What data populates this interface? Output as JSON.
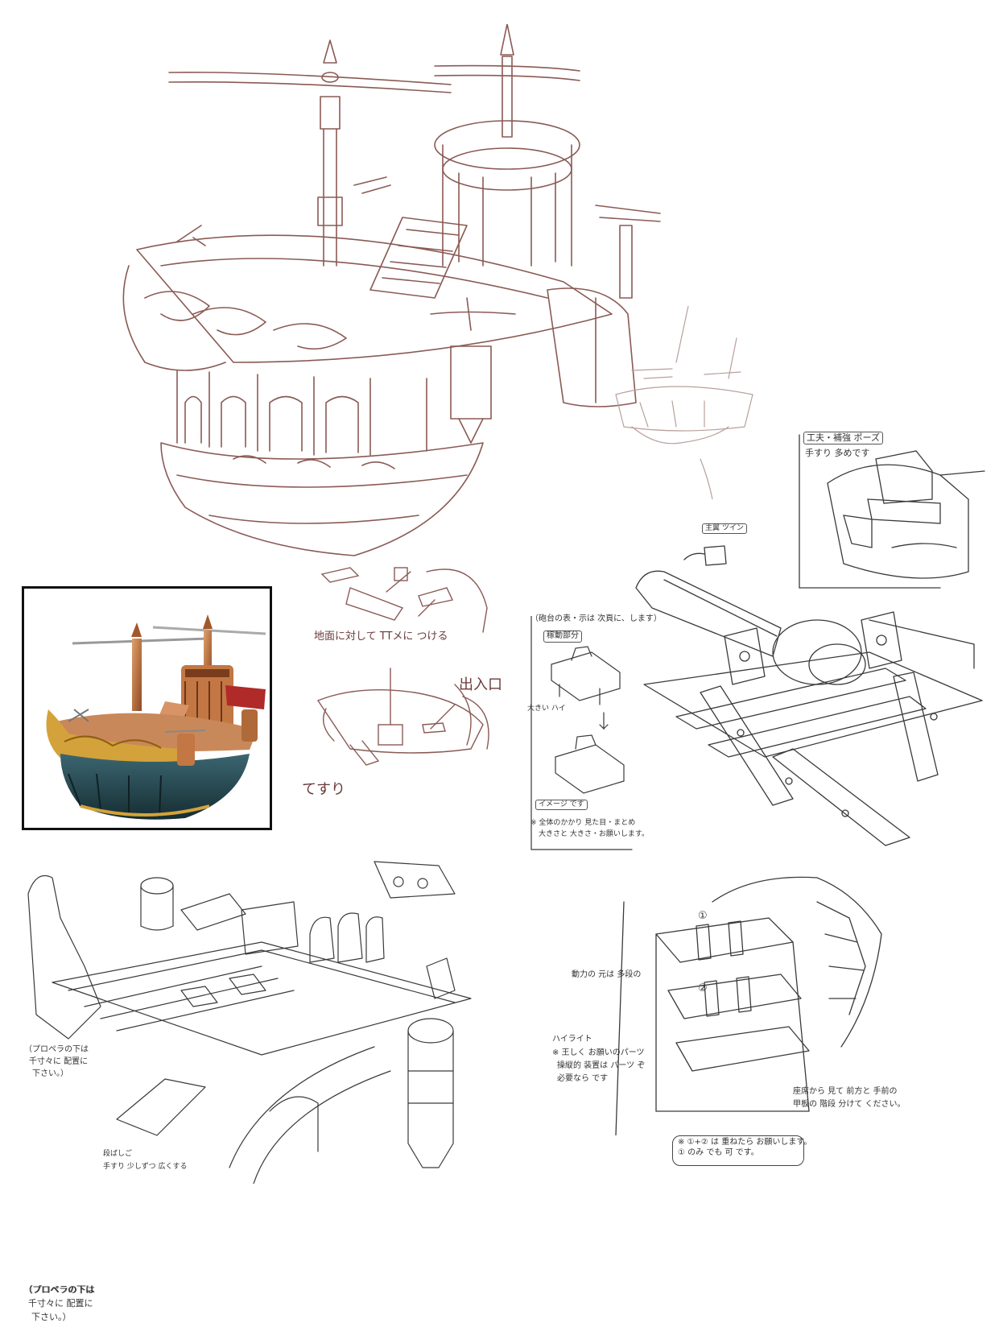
{
  "colors": {
    "sepia_ink": "#8a5a54",
    "gray_ink": "#3a3a3a",
    "render_hull_dark": "#1e3d44",
    "render_gold": "#c9922e",
    "render_copper": "#b8652f",
    "render_red": "#b02a2a",
    "frame": "#111111"
  },
  "annotations": {
    "main_label_1": "地面に対して TTメに つける",
    "main_label_2": "出入口",
    "main_label_3": "てすり",
    "cannon_title": "（砲台の表・示は 次頁に、します）",
    "cannon_tag": "稼動部分",
    "cannon_note_1": "※ 全体のかかり 見た目・まとめ",
    "cannon_note_2": "大きさと 大きさ・お願いします。",
    "cannon_side_1": "大きい ハイ",
    "cannon_side_2": "イメージ です",
    "top_right_tag": "工夫・補強 ポーズ",
    "top_right_note": "手すり 多めです",
    "small_tag": "主翼 ツイン",
    "bottom_left_note_1": "（プロペラの下は",
    "bottom_left_note_2": "千寸々に 配置に",
    "bottom_left_note_3": "下さい。）",
    "bottom_left_note_4": "段ばしご",
    "bottom_left_note_5": "手すり 少しずつ 広くする",
    "bottom_right_note_1": "動力の 元は 多段の",
    "bottom_right_note_2": "ハイライト",
    "bottom_right_note_3": "※ 王しく お願いのパーツ",
    "bottom_right_note_4": "操縦的 装置は パーツ ぞ",
    "bottom_right_note_5": "必要なら です",
    "bottom_right_note_6": "座席から 見て 前方と 手前の",
    "bottom_right_note_7": "甲板の 階段 分けて ください。",
    "bottom_right_footer_1": "※ ①+② は 重ねたら お願いします。",
    "bottom_right_footer_2": "① のみ でも 可 です。",
    "circle_1": "①",
    "circle_2": "②"
  }
}
